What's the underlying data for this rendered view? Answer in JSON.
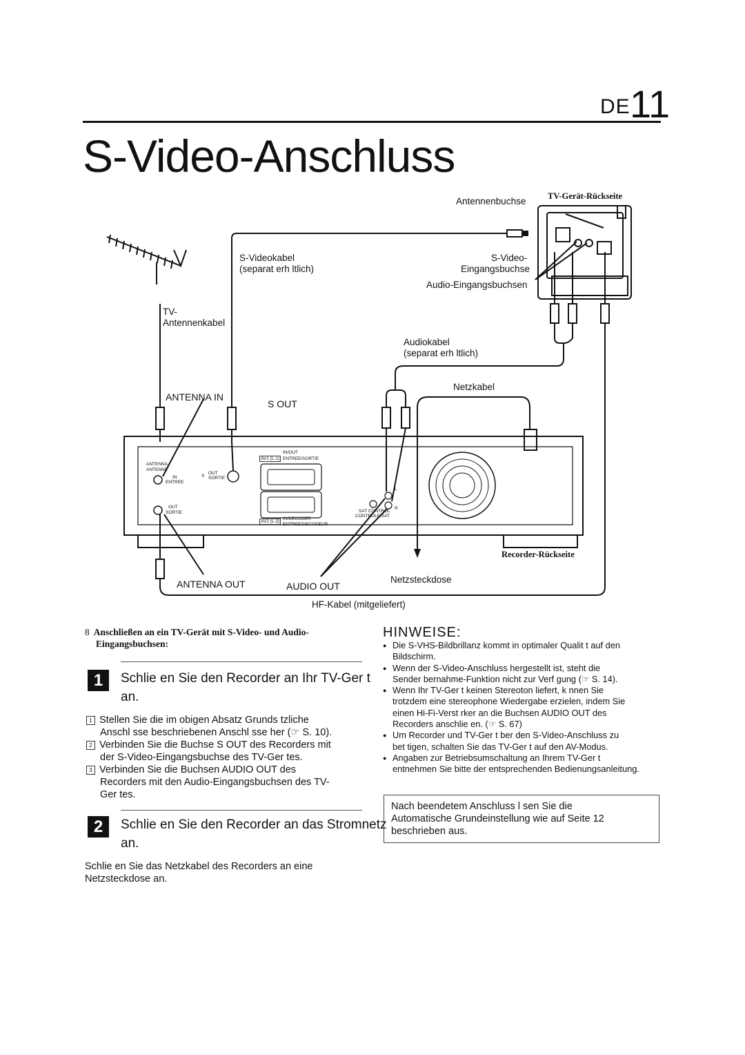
{
  "header": {
    "lang": "DE",
    "page": "11"
  },
  "title": "S-Video-Anschluss",
  "diagram": {
    "tv_label": "TV-Gerät-Rückseite",
    "antennenbuchse": "Antennenbuchse",
    "s_videokabel": "S-Videokabel",
    "separat1": "(separat erh ltlich)",
    "s_video_eing_1": "S-Video-",
    "s_video_eing_2": "Eingangsbuchse",
    "audio_eing": "Audio-Eingangsbuchsen",
    "tv_ant_1": "TV-",
    "tv_ant_2": "Antennenkabel",
    "audiokabel": "Audiokabel",
    "separat2": "(separat erh ltlich)",
    "netzkabel": "Netzkabel",
    "antenna_in": "ANTENNA IN",
    "s_out": "S OUT",
    "recorder_label": "Recorder-Rückseite",
    "netzsteckdose": "Netzsteckdose",
    "antenna_out": "ANTENNA OUT",
    "audio_out": "AUDIO OUT",
    "hf_kabel": "HF-Kabel (mitgeliefert)",
    "panel": {
      "antenna": "ANTENNA",
      "antenne": "ANTENNE",
      "in": "IN",
      "entree": "ENTREE",
      "out": "OUT",
      "sortie": "SORTIE",
      "s": "S",
      "av1": "AV1 (L-1)",
      "inout": "IN/OUT",
      "entree_sortie": "ENTREE/SORTIE",
      "av2": "AV2 (L-2)",
      "indecoder": "IN/DECODER",
      "entree_decodeur": "ENTREE/DECODEUR",
      "sat_control": "SAT CONTROL",
      "controle_sat": "CONTROLE/SAT",
      "l": "L",
      "r": "R"
    }
  },
  "section": {
    "number": "8",
    "heading_1": "Anschließen an ein TV-Gerät mit S-Video- und Audio-",
    "heading_2": "Eingangsbuchsen:"
  },
  "steps": [
    {
      "badge": "1",
      "title_1": "Schlie en Sie den Recorder an Ihr TV-Ger t",
      "title_2": "an.",
      "items": [
        {
          "n": "1",
          "text_1": "Stellen Sie die im obigen Absatz  Grunds tzliche",
          "text_2": "Anschl sse  beschriebenen Anschl sse her (☞ S. 10)."
        },
        {
          "n": "2",
          "text_1": "Verbinden Sie die Buchse S OUT des Recorders mit",
          "text_2": "der S-Video-Eingangsbuchse des TV-Ger tes."
        },
        {
          "n": "3",
          "text_1": "Verbinden Sie die Buchsen AUDIO OUT des",
          "text_2": "Recorders mit den Audio-Eingangsbuchsen des TV-",
          "text_3": "Ger tes."
        }
      ]
    },
    {
      "badge": "2",
      "title_1": "Schlie en Sie den Recorder an das Stromnetz",
      "title_2": "an.",
      "body_1": "Schlie en Sie das Netzkabel des Recorders an eine",
      "body_2": "Netzsteckdose an."
    }
  ],
  "hinweise": {
    "title": "HINWEISE:",
    "notes": [
      [
        "Die S-VHS-Bildbrillanz kommt in optimaler Qualit t auf den",
        "Bildschirm."
      ],
      [
        "Wenn der S-Video-Anschluss hergestellt ist, steht die",
        "Sender bernahme-Funktion nicht zur Verf gung (☞ S. 14)."
      ],
      [
        "Wenn Ihr TV-Ger t keinen Stereoton liefert, k nnen Sie",
        "trotzdem eine stereophone Wiedergabe erzielen, indem Sie",
        "einen Hi-Fi-Verst rker an die Buchsen AUDIO OUT des",
        "Recorders anschlie en. (☞ S. 67)"
      ],
      [
        "Um Recorder und TV-Ger t  ber den S-Video-Anschluss zu",
        "bet tigen, schalten Sie das TV-Ger t auf den AV-Modus."
      ],
      [
        "Angaben zur Betriebsumschaltung an Ihrem TV-Ger t",
        "entnehmen Sie bitte der entsprechenden Bedienungsanleitung."
      ]
    ]
  },
  "infobox": {
    "line_1": "Nach beendetem Anschluss l sen Sie die",
    "line_2": "Automatische Grundeinstellung  wie auf Seite 12",
    "line_3": "beschrieben aus."
  }
}
